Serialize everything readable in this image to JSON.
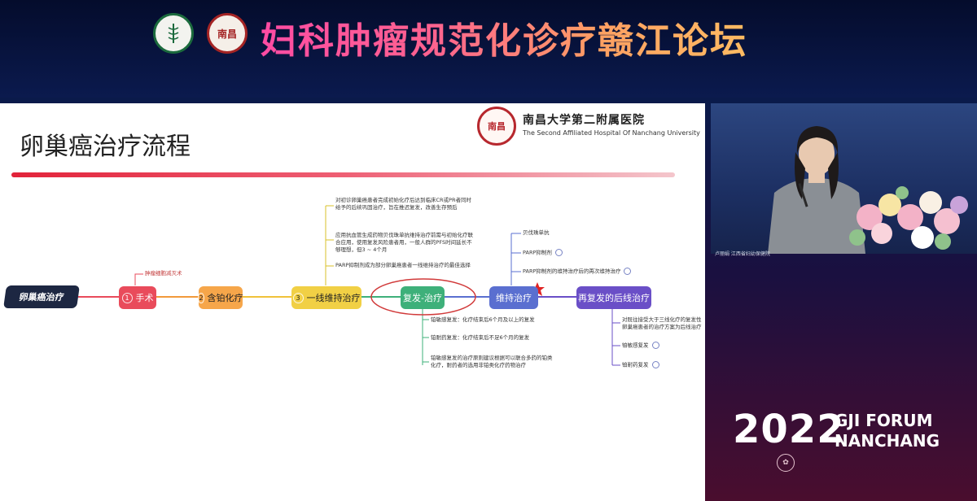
{
  "header": {
    "title": "妇科肿瘤规范化诊疗赣江论坛",
    "logo1_text": "",
    "logo2_text": "南昌"
  },
  "slide": {
    "title": "卵巢癌治疗流程",
    "hospital_name_cn": "南昌大学第二附属医院",
    "hospital_name_en": "The Second Affiliated Hospital Of Nanchang University",
    "hospital_seal_text": "南昌",
    "flow": {
      "root": "卵巢癌治疗",
      "steps": [
        {
          "num": "1",
          "label": "手术"
        },
        {
          "num": "2",
          "label": "含铂化疗"
        },
        {
          "num": "3",
          "label": "一线维持治疗"
        },
        {
          "num": "",
          "label": "复发-治疗"
        },
        {
          "num": "",
          "label": "维持治疗"
        },
        {
          "num": "",
          "label": "再复发的后线治疗"
        }
      ],
      "surgery_note": "肿瘤细胞减灭术",
      "maintenance_notes": [
        "对初诊卵巢癌患者完成初始化疗后达到临床CR或PR者同时给予的后续巩固治疗，旨在推迟复发，改善生存预后",
        "应用抗血管生成药物贝伐珠单抗维持治疗前需与初始化疗联合应用，使用复发风险患者用，一般人群的PFS时间延长不够理想，但3 ~ 4个月",
        "PARP抑制剂成为部分卵巢癌患者一线维持治疗的最佳选择"
      ],
      "recurrence_notes": [
        "铂敏感复发：化疗结束后6个月及以上的复发",
        "铂耐药复发：化疗结束后不足6个月的复发",
        "铂敏感复发的治疗原则建议根据可以联合多药的铂类化疗，耐药者的选用非铂类化疗药物治疗"
      ],
      "maintenance2_items": [
        "贝伐珠单抗",
        "PARP抑制剂",
        "PARP抑制剂的维持治疗后的再次维持治疗"
      ],
      "later_line_notes": [
        "对既往接受大于三线化疗的复发性卵巢癌患者的治疗方案为后线治疗",
        "铂敏感复发",
        "铂耐药复发"
      ]
    }
  },
  "speaker": {
    "caption": "卢丽娟 江西省妇幼保健院"
  },
  "forum": {
    "year": "2022",
    "name_line1": "GJI FORUM",
    "name_line2": "NANCHANG"
  }
}
